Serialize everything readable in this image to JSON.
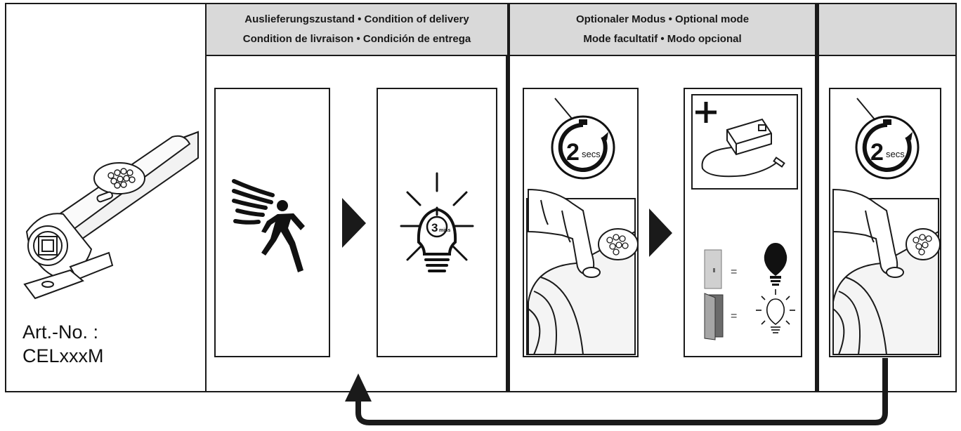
{
  "product": {
    "art_no_label": "Art.-No. :",
    "art_no_value": "CELxxxM"
  },
  "headers": {
    "delivery": {
      "line1": "Auslieferungszustand • Condition of delivery",
      "line2": "Condition de livraison • Condición de entrega"
    },
    "optional": {
      "line1": "Optionaler Modus • Optional mode",
      "line2": "Mode facultatif • Modo opcional"
    }
  },
  "timers": {
    "press_value": "2",
    "press_unit": "secs",
    "delay_value": "3",
    "delay_unit": "mins"
  },
  "legend": {
    "equals": "="
  },
  "colors": {
    "header_bg": "#d9d9d9",
    "line": "#1a1a1a",
    "door_fill": "#a6a6a6",
    "door_dark": "#6b6b6b"
  }
}
